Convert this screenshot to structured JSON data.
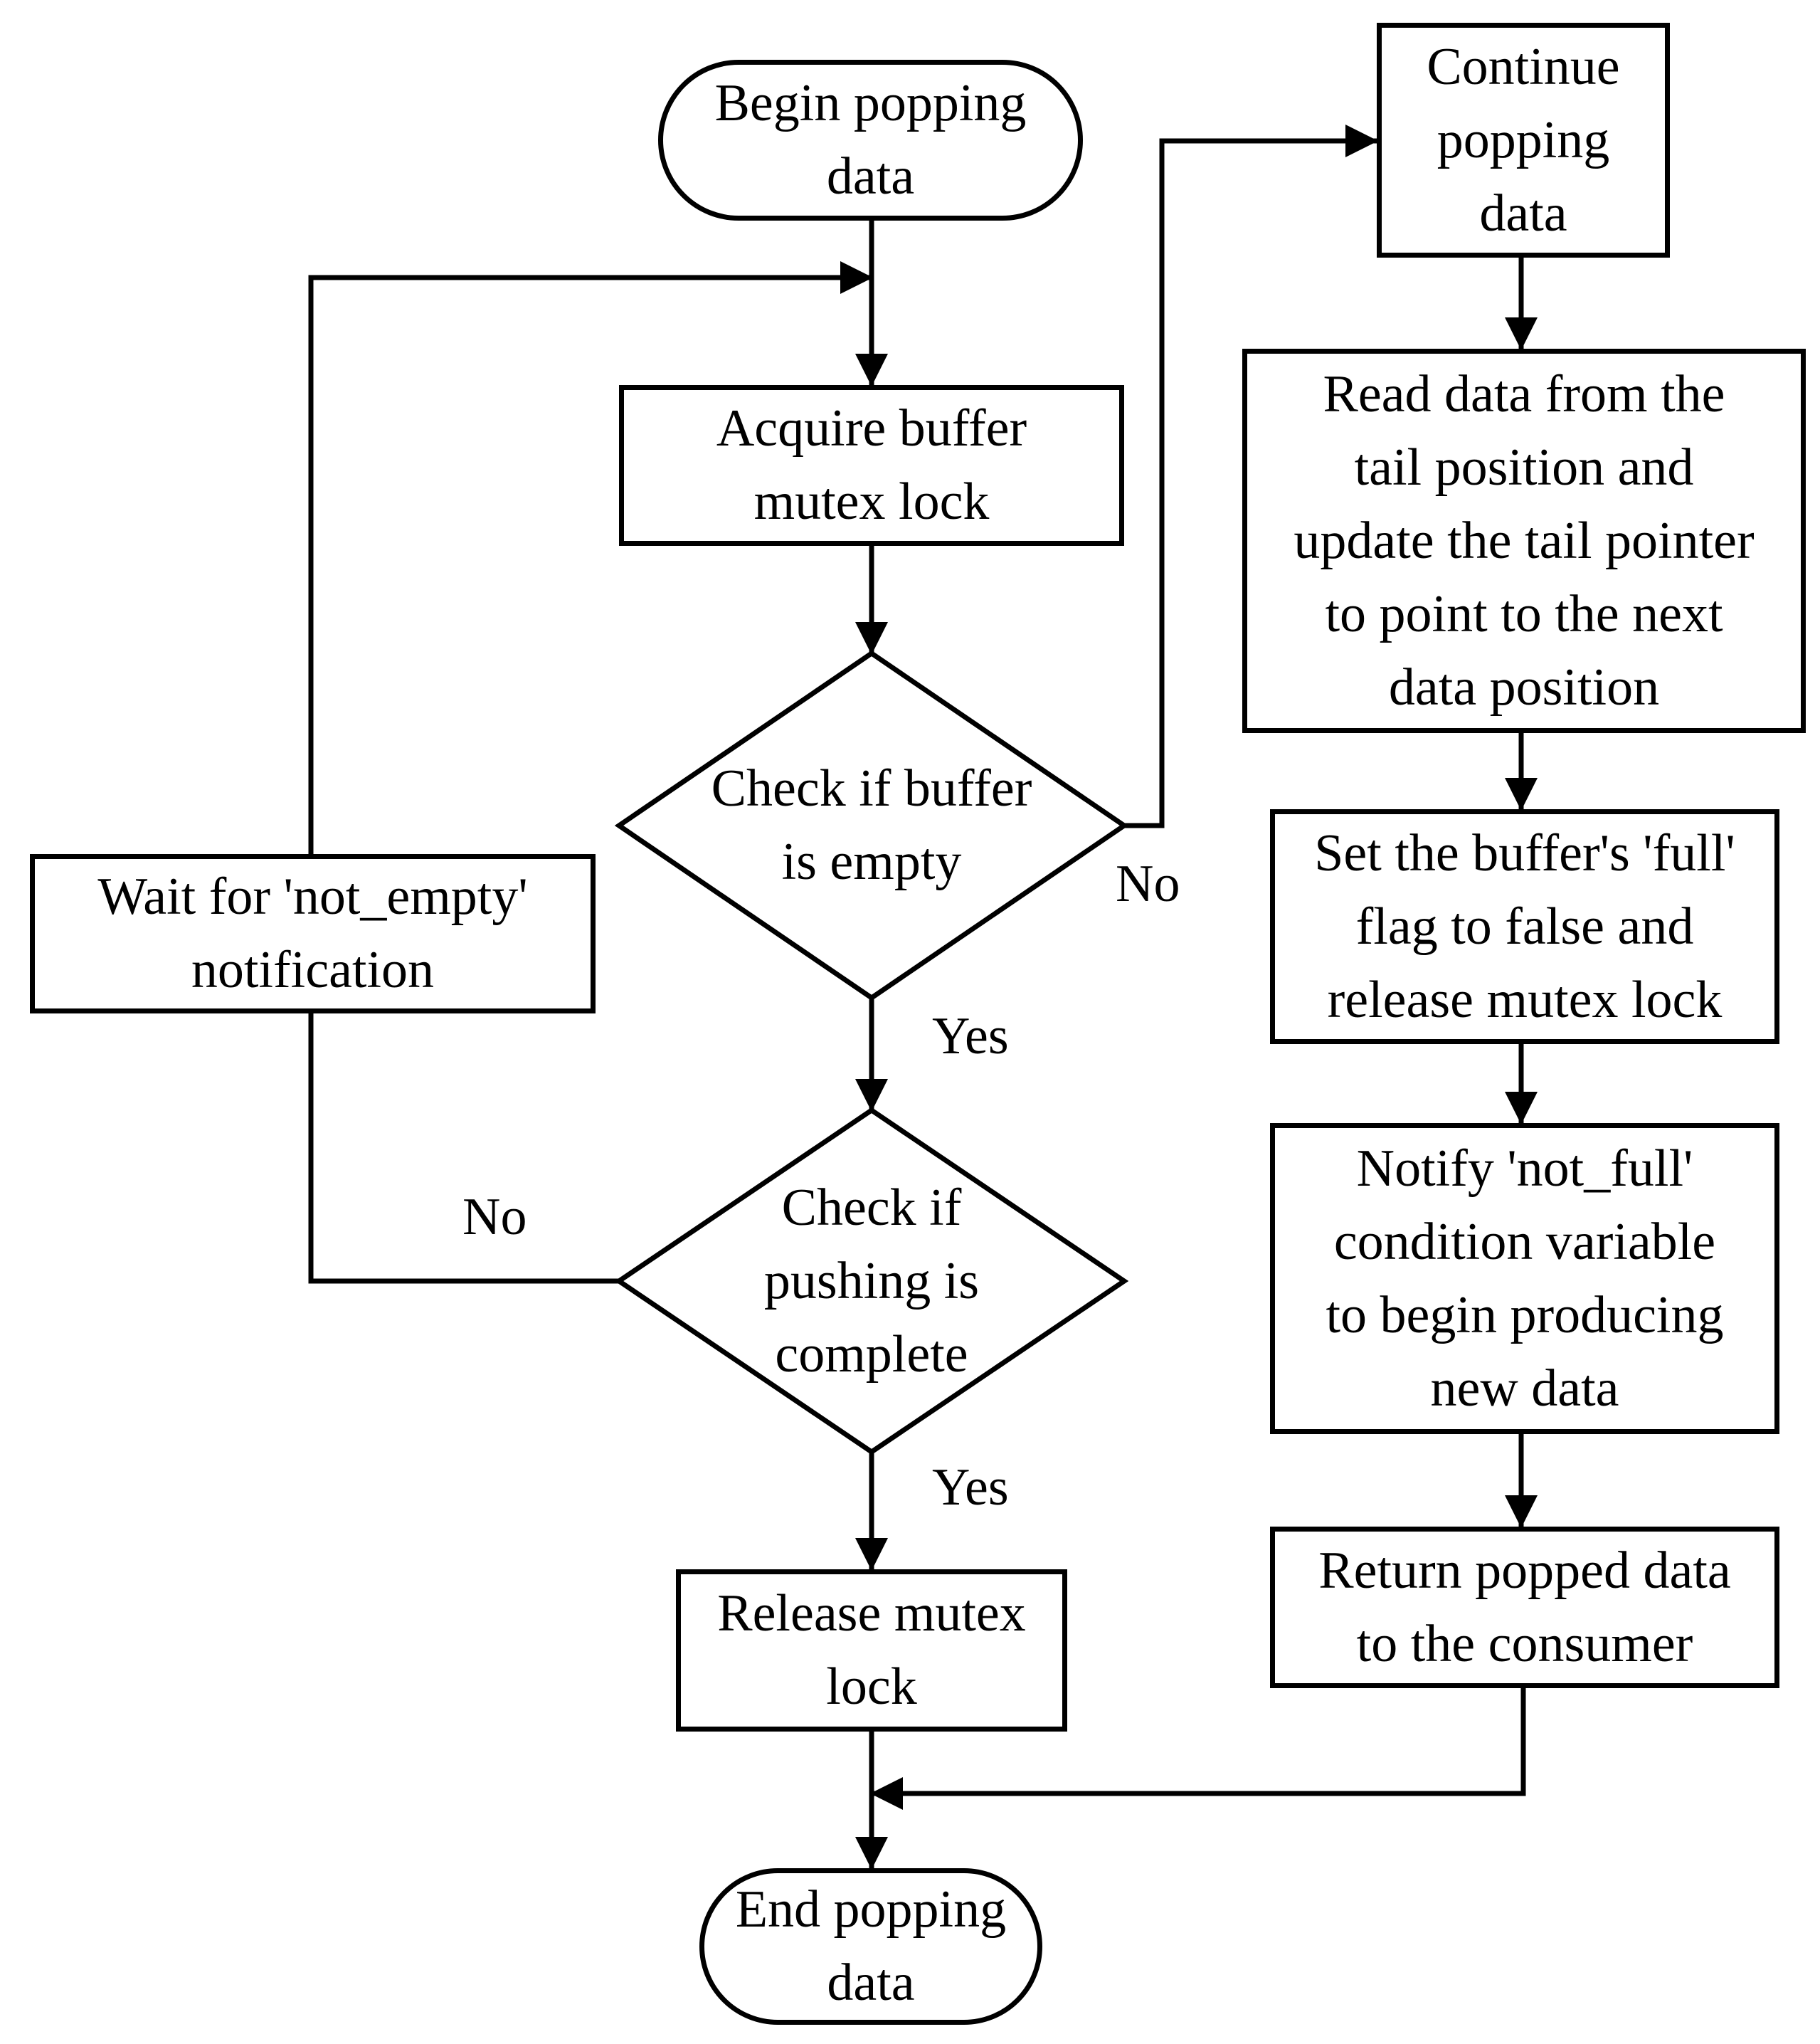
{
  "nodes": {
    "begin": "Begin popping\ndata",
    "acquire_lock": "Acquire buffer\nmutex lock",
    "check_empty": "Check if buffer\nis empty",
    "check_pushing": "Check if\npushing is\ncomplete",
    "release_lock": "Release mutex\nlock",
    "end": "End popping\ndata",
    "wait": "Wait for 'not_empty'\nnotification",
    "continue": "Continue\npopping\ndata",
    "read_data": "Read data from the\ntail position and\nupdate the tail pointer\nto point to the next\ndata position",
    "set_flag": "Set the buffer's 'full'\nflag to false and\nrelease mutex lock",
    "notify": "Notify 'not_full'\ncondition variable\nto begin producing\nnew data",
    "return_data": "Return popped data\nto the consumer"
  },
  "edges": {
    "empty_no": "No",
    "empty_yes": "Yes",
    "pushing_no": "No",
    "pushing_yes": "Yes"
  }
}
